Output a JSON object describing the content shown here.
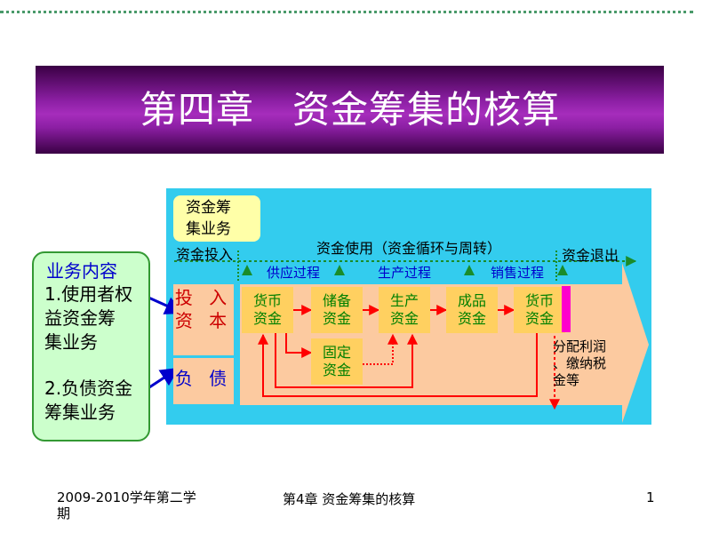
{
  "slide": {
    "title": "第四章　资金筹集的核算"
  },
  "left_panel": {
    "title": "业务内容",
    "item1_lines": [
      "1.使用者权",
      "益资金筹",
      "集业务"
    ],
    "item2_lines": [
      "2.负债资金",
      "筹集业务"
    ]
  },
  "diagram": {
    "funding_box_lines": [
      "资金筹",
      "集业务"
    ],
    "label_invest": "资金投入",
    "label_use": "资金使用（资金循环与周转）",
    "label_exit": "资金退出",
    "stage_supply": "供应过程",
    "stage_production": "生产过程",
    "stage_sales": "销售过程",
    "equity_lines": [
      "投 入",
      "资 本"
    ],
    "debt": "负 债",
    "nodes": {
      "currency1": [
        "货币",
        "资金"
      ],
      "reserve": [
        "储备",
        "资金"
      ],
      "production": [
        "生产",
        "资金"
      ],
      "finished": [
        "成品",
        "资金"
      ],
      "currency2": [
        "货币",
        "资金"
      ],
      "fixed": [
        "固定",
        "资金"
      ]
    },
    "distribution_lines": [
      "分配利润",
      "、缴纳税",
      "金等"
    ],
    "colors": {
      "background": "#33ccee",
      "flow_band": "#fccaa0",
      "node": "#ffd060",
      "arrow": "#ff0000",
      "pointer": "#0000cc"
    }
  },
  "footer": {
    "semester_lines": [
      "2009-2010学年第二学",
      "期"
    ],
    "chapter": "第4章 资金筹集的核算",
    "page_number": "1"
  }
}
